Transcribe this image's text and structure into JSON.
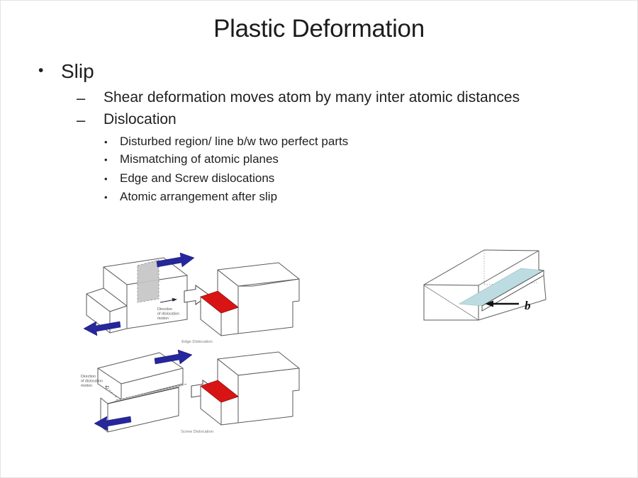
{
  "slide": {
    "title": "Plastic Deformation",
    "markers": {
      "l1": "•",
      "l2": "–",
      "l3": "•"
    },
    "bullets": {
      "level1": "Slip",
      "level2": [
        "Shear deformation moves atom by many inter atomic distances",
        "Dislocation"
      ],
      "level3": [
        "Disturbed region/ line b/w two perfect parts",
        "Mismatching of atomic planes",
        "Edge and Screw dislocations",
        "Atomic arrangement after slip"
      ]
    }
  },
  "figures": {
    "edge": {
      "caption": "Edge Dislocation",
      "direction_lines": [
        "Direction",
        "of dislocation",
        "motion"
      ]
    },
    "screw": {
      "caption": "Screw Dislocation",
      "direction_lines": [
        "Direction",
        "of dislocation",
        "motion"
      ]
    },
    "burgers": {
      "vector_label": "b"
    }
  },
  "colors": {
    "arrow_blue": "#26269d",
    "slip_red": "#d81414",
    "plane_gray": "#c6c6c6",
    "plane_teal": "#bcdce1",
    "text": "#1f1f1f"
  }
}
